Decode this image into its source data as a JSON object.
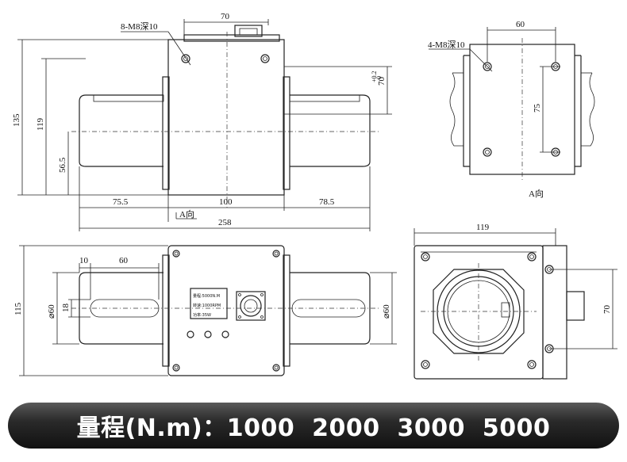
{
  "front_view": {
    "hole_note": "8-M8深10",
    "dims": {
      "top_width": "70",
      "overall_height": "135",
      "shaft_height": "119",
      "center_height": "56.5",
      "left_shaft": "75.5",
      "body_length": "100",
      "right_shaft": "78.5",
      "overall_length": "258",
      "tolerance_main": "70",
      "tolerance_upper": "+0.2",
      "tolerance_lower": "0"
    },
    "view_marker": "A向"
  },
  "side_view_a": {
    "hole_note": "4-M8深10",
    "dims": {
      "hole_spacing_h": "60",
      "hole_spacing_v": "75"
    },
    "caption": "A向"
  },
  "top_view": {
    "dims": {
      "key_offset": "10",
      "keyway_length": "60",
      "height": "115",
      "shaft_dia_left": "⌀60",
      "key_width": "18",
      "shaft_dia_right": "⌀60"
    },
    "nameplate": {
      "line1": "量程:5000N.M",
      "line2": "转速:1000RPM",
      "line3": "功率:35W"
    }
  },
  "end_view": {
    "dims": {
      "width": "119",
      "hole_spacing": "70"
    }
  },
  "banner": {
    "text": "量程(N.m)：1000  2000  3000  5000"
  }
}
